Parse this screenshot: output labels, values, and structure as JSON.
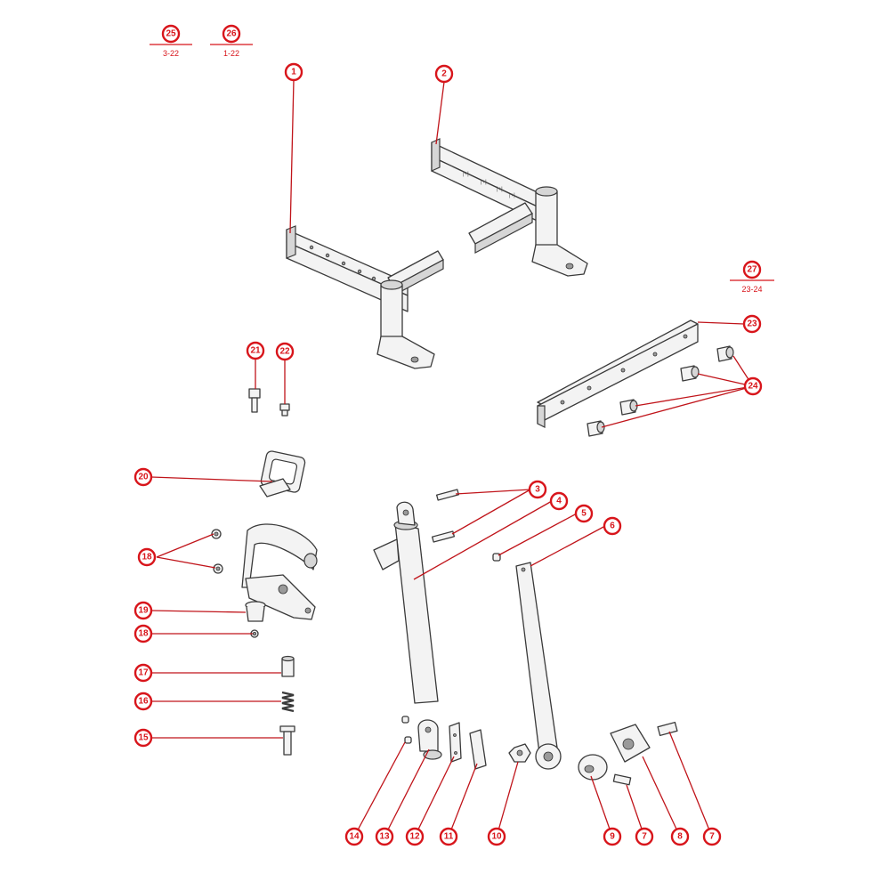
{
  "callouts": {
    "c1": "1",
    "c2": "2",
    "c3": "3",
    "c4": "4",
    "c5": "5",
    "c6": "6",
    "c7a": "7",
    "c7b": "7",
    "c8": "8",
    "c9": "9",
    "c10": "10",
    "c11": "11",
    "c12": "12",
    "c13": "13",
    "c14": "14",
    "c15": "15",
    "c16": "16",
    "c17": "17",
    "c18a": "18",
    "c18b": "18",
    "c19": "19",
    "c20": "20",
    "c21": "21",
    "c22": "22",
    "c23": "23",
    "c24": "24",
    "c25": "25",
    "c26": "26",
    "c27": "27"
  },
  "references": {
    "r25": "3-22",
    "r26": "1-22",
    "r27": "23-24"
  },
  "colors": {
    "callout": "#d8151b",
    "leader": "#c0141a",
    "part_outline": "#3a3a3a"
  }
}
